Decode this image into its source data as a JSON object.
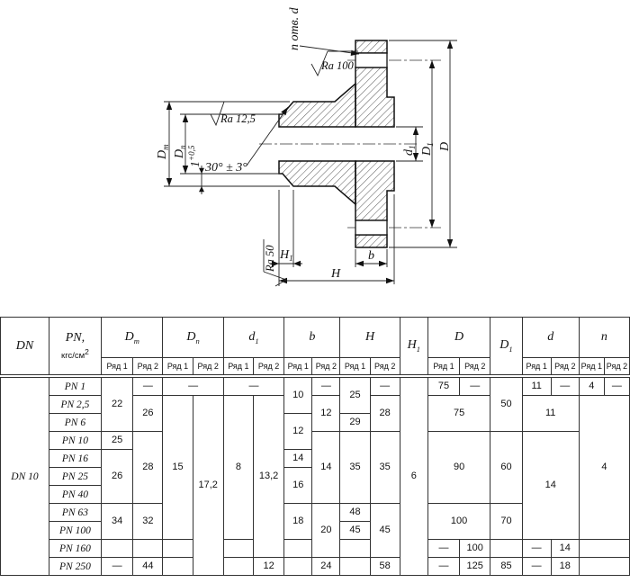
{
  "drawing": {
    "labels": {
      "n_holes": "n отв. d",
      "ra_top": "Ra 100",
      "ra_neck": "Ra 12,5",
      "ra_face": "Ra 50",
      "dm": {
        "base": "D",
        "sub": "m"
      },
      "dn": {
        "base": "D",
        "sub": "n"
      },
      "lip": {
        "base": "1",
        "sup": "+0,5"
      },
      "angle": "30° ± 3°",
      "d1": {
        "base": "d",
        "sub": "1"
      },
      "dd1": {
        "base": "D",
        "sub": "1"
      },
      "d_out": "D",
      "h1": {
        "base": "H",
        "sub": "1"
      },
      "b": "b",
      "h": "H"
    }
  },
  "table": {
    "header": {
      "dn": "DN",
      "pn_line1": "PN,",
      "pn_line2": "кгс/см",
      "pn_sup": "2",
      "dm": {
        "base": "D",
        "sub": "m"
      },
      "dn_col": {
        "base": "D",
        "sub": "n"
      },
      "d1": {
        "base": "d",
        "sub": "1"
      },
      "b": "b",
      "h": "H",
      "h1": {
        "base": "H",
        "sub": "1"
      },
      "d": "D",
      "dd1": {
        "base": "D",
        "sub": "1"
      },
      "d_hole": "d",
      "n": "n",
      "ryad1": "Ряд 1",
      "ryad2": "Ряд 2"
    },
    "dn_value": "DN 10",
    "rows": [
      {
        "pn": "PN 1",
        "dm_r1": "22",
        "dm_r2": "—",
        "dn": "—",
        "d1": "—",
        "b_r1": "10",
        "b_r2": "—",
        "h_r1": "25",
        "h_r2": "—",
        "h1": "6",
        "d_r1": "75",
        "d_r2": "—",
        "dd1": "50",
        "dh_r1": "11",
        "dh_r2": "—",
        "n_r1": "4",
        "n_r2": "—"
      },
      {
        "pn": "PN 2,5",
        "dm_r2": "26",
        "dn_r1": "15",
        "dn_r2": "17,2",
        "d1_r1": "8",
        "d1_r2": "13,2",
        "b_r2": "12",
        "h_r2": "28",
        "d": "75",
        "dh": "11",
        "n": "4"
      },
      {
        "pn": "PN 6",
        "b_r1": "12",
        "h_r1": "29"
      },
      {
        "pn": "PN 10",
        "dm_r1": "25",
        "dm_r2": "28",
        "b_r2": "14",
        "h_r1": "35",
        "h_r2": "35",
        "d": "90",
        "dd1": "60",
        "dh": "14"
      },
      {
        "pn": "PN 16",
        "dm_r1": "26",
        "b_r1": "14"
      },
      {
        "pn": "PN 25",
        "b_r1": "16"
      },
      {
        "pn": "PN 40"
      },
      {
        "pn": "PN 63",
        "dm_r1": "34",
        "dm_r2": "32",
        "b_r1": "18",
        "b_r2": "20",
        "h_r1": "48",
        "h_r2": "45",
        "d": "100",
        "dd1": "70"
      },
      {
        "pn": "PN 100",
        "h_r1": "45"
      },
      {
        "pn": "PN 160",
        "dm_r1": "",
        "dm_r2": "",
        "dn_r1": "",
        "d1_r1": "",
        "b_r1": "",
        "h_r1": "",
        "d_r1": "—",
        "d_r2": "100",
        "dd1": "",
        "dh_r1": "—",
        "dh_r2": "14",
        "n": ""
      },
      {
        "pn": "PN 250",
        "dm_r1": "—",
        "dm_r2": "44",
        "dn_r1": "",
        "d1_r1": "",
        "d1_r2": "12",
        "b_r1": "",
        "b_r2": "24",
        "h_r1": "",
        "h_r2": "58",
        "d_r1": "—",
        "d_r2": "125",
        "dd1": "85",
        "dh_r1": "—",
        "dh_r2": "18",
        "n": ""
      }
    ]
  }
}
